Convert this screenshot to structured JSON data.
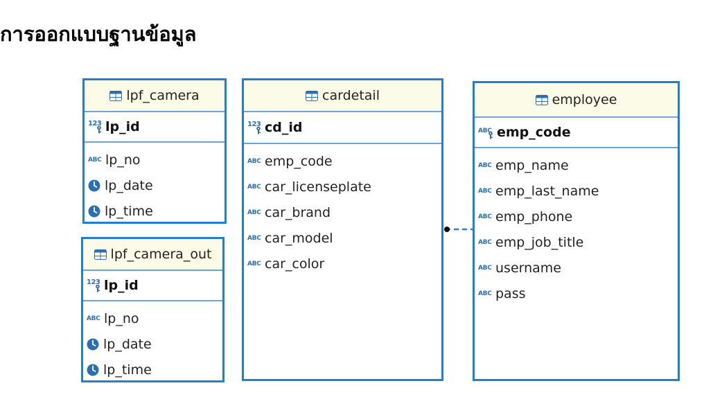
{
  "title": "การออกแบบฐานข้อมูล",
  "entities": {
    "lpf_camera": {
      "name": "lpf_camera",
      "pk": {
        "name": "lp_id",
        "type_icon": "numeric-key-icon"
      },
      "attributes": [
        {
          "name": "lp_no",
          "type_icon": "text-abc-icon"
        },
        {
          "name": "lp_date",
          "type_icon": "clock-icon"
        },
        {
          "name": "lp_time",
          "type_icon": "clock-icon"
        }
      ]
    },
    "lpf_camera_out": {
      "name": "lpf_camera_out",
      "pk": {
        "name": "lp_id",
        "type_icon": "numeric-key-icon"
      },
      "attributes": [
        {
          "name": "lp_no",
          "type_icon": "text-abc-icon"
        },
        {
          "name": "lp_date",
          "type_icon": "clock-icon"
        },
        {
          "name": "lp_time",
          "type_icon": "clock-icon"
        }
      ]
    },
    "cardetail": {
      "name": "cardetail",
      "pk": {
        "name": "cd_id",
        "type_icon": "numeric-key-icon"
      },
      "attributes": [
        {
          "name": "emp_code",
          "type_icon": "text-abc-icon"
        },
        {
          "name": "car_licenseplate",
          "type_icon": "text-abc-icon"
        },
        {
          "name": "car_brand",
          "type_icon": "text-abc-icon"
        },
        {
          "name": "car_model",
          "type_icon": "text-abc-icon"
        },
        {
          "name": "car_color",
          "type_icon": "text-abc-icon"
        }
      ]
    },
    "employee": {
      "name": "employee",
      "pk": {
        "name": "emp_code",
        "type_icon": "text-key-icon"
      },
      "attributes": [
        {
          "name": "emp_name",
          "type_icon": "text-abc-icon"
        },
        {
          "name": "emp_last_name",
          "type_icon": "text-abc-icon"
        },
        {
          "name": "emp_phone",
          "type_icon": "text-abc-icon"
        },
        {
          "name": "emp_job_title",
          "type_icon": "text-abc-icon"
        },
        {
          "name": "username",
          "type_icon": "text-abc-icon"
        },
        {
          "name": "pass",
          "type_icon": "text-abc-icon"
        }
      ]
    }
  },
  "icons": {
    "abc": "ABC",
    "num": "123"
  },
  "relationship": {
    "from": "cardetail",
    "to": "employee",
    "style": "dashed"
  },
  "colors": {
    "border": "#1f7fd0",
    "header_bg": "#fbfbe8",
    "icon_blue": "#2a6fb0"
  }
}
